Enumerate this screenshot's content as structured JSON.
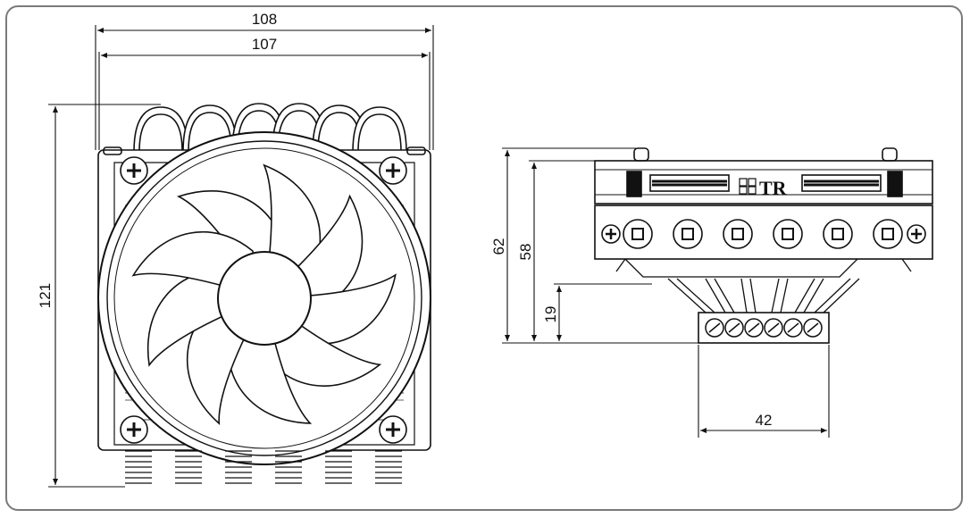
{
  "dimensions": {
    "width_outer": "108",
    "width_inner": "107",
    "height_front": "121",
    "height_total": "62",
    "height_body": "58",
    "height_base": "19",
    "base_width": "42"
  },
  "logo": {
    "text": "TR"
  }
}
